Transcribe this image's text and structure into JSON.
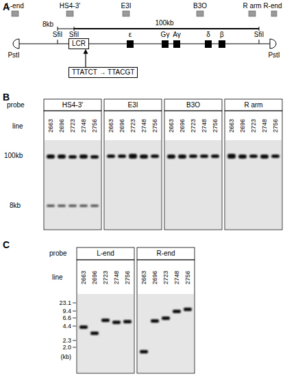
{
  "diagram": {
    "nodes": [
      {
        "text": [
          "LCR"
        ]
      },
      {
        "text": [
          "TTATCT → TTACGT"
        ]
      }
    ],
    "edges": [
      {
        "from": 1,
        "to": 0,
        "arrow": "to"
      }
    ],
    "labels": [
      "A",
      "L-end",
      "HS4-3'",
      "E3I",
      "B3O",
      "R arm",
      "R-end",
      "8kb",
      "100kb",
      "SfiI",
      "SfiI",
      "SfiI",
      "PstI",
      "PstI",
      "ε",
      "Gγ",
      "Aγ",
      "δ",
      "β",
      "B",
      "probe",
      "HS4-3'",
      "E3I",
      "B3O",
      "R arm",
      "line",
      "2663",
      "2696",
      "2723",
      "2748",
      "2756",
      "2663",
      "2696",
      "2723",
      "2748",
      "2756",
      "2663",
      "2696",
      "2723",
      "2748",
      "2756",
      "2663",
      "2696",
      "2723",
      "2748",
      "2756",
      "100kb",
      "8kb",
      "C",
      "probe",
      "L-end",
      "R-end",
      "line",
      "2663",
      "2696",
      "2723",
      "2748",
      "2756",
      "2663",
      "2696",
      "2723",
      "2748",
      "2756",
      "23.1",
      "9.4",
      "6.6",
      "4.4",
      "2.3",
      "2.0",
      "(kb)"
    ]
  }
}
